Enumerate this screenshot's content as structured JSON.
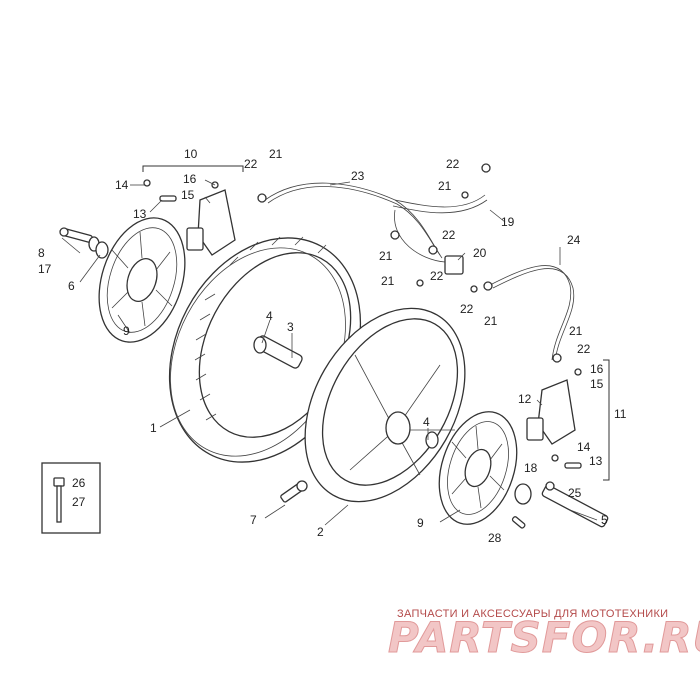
{
  "callouts": {
    "c1": "1",
    "c2": "2",
    "c3": "3",
    "c4a": "4",
    "c4b": "4",
    "c5": "5",
    "c6": "6",
    "c7": "7",
    "c8": "8",
    "c9a": "9",
    "c9b": "9",
    "c10": "10",
    "c11": "11",
    "c12": "12",
    "c13a": "13",
    "c13b": "13",
    "c14a": "14",
    "c14b": "14",
    "c15a": "15",
    "c15b": "15",
    "c16a": "16",
    "c16b": "16",
    "c17": "17",
    "c18": "18",
    "c19": "19",
    "c20": "20",
    "c21a": "21",
    "c21b": "21",
    "c21c": "21",
    "c21d": "21",
    "c21e": "21",
    "c21f": "21",
    "c22a": "22",
    "c22b": "22",
    "c22c": "22",
    "c22d": "22",
    "c22e": "22",
    "c23": "23",
    "c24": "24",
    "c25": "25",
    "c26": "26",
    "c27": "27",
    "c28": "28"
  },
  "watermark": {
    "tagline": "ЗАПЧАСТИ И АКСЕССУАРЫ ДЛЯ МОТОТЕХНИКИ",
    "logo": "PARTSFOR.RU"
  }
}
